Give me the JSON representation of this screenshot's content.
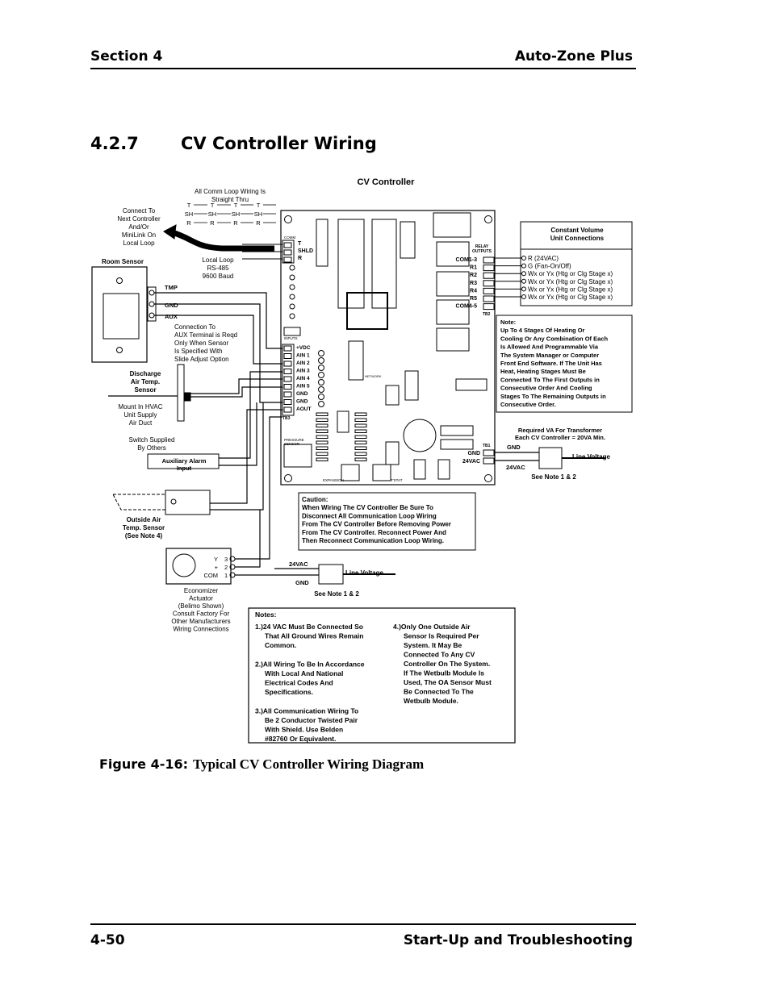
{
  "header": {
    "section": "Section 4",
    "product": "Auto-Zone Plus"
  },
  "title": {
    "number": "4.2.7",
    "text": "CV Controller Wiring"
  },
  "diagram": {
    "controller_title": "CV Controller",
    "comm_note": [
      "All Comm Loop Wiring Is",
      "Straight Thru"
    ],
    "comm_letters": [
      "T",
      "SH",
      "R"
    ],
    "connect_to": [
      "Connect To",
      "Next  Controller",
      "And/Or",
      "MiniLink  On",
      "Local Loop"
    ],
    "local_loop": [
      "Local Loop",
      "RS-485",
      "9600 Baud"
    ],
    "comm_terms": [
      "T",
      "SHLD",
      "R"
    ],
    "room_sensor": "Room Sensor",
    "sensor_terms": [
      "TMP",
      "GND",
      "AUX"
    ],
    "aux_note": [
      "Connection To",
      "AUX Terminal is Reqd",
      "Only When Sensor",
      "Is Specified With",
      "Slide Adjust Option"
    ],
    "discharge": [
      "Discharge",
      "Air Temp.",
      "Sensor"
    ],
    "mount_note": [
      "Mount In HVAC",
      "Unit Supply",
      "Air Duct"
    ],
    "switch_note": [
      "Switch Supplied",
      "By Others"
    ],
    "aux_alarm": [
      "Auxiliary Alarm",
      "Input"
    ],
    "outside_air": [
      "Outside Air",
      "Temp. Sensor",
      "(See Note 4)"
    ],
    "input_terms": [
      "+VDC",
      "AIN 1",
      "AIN 2",
      "AIN 3",
      "AIN 4",
      "AIN 5",
      "GND",
      "GND",
      "AOUT"
    ],
    "tb_labels": {
      "tb1": "TB1",
      "tb2": "TB2",
      "tb3": "TB3"
    },
    "relay_title": [
      "RELAY",
      "OUTPUTS"
    ],
    "relay_terms": [
      "COM1-3",
      "R1",
      "R2",
      "R3",
      "R4",
      "R5",
      "COM4-5"
    ],
    "cv_box_title": [
      "Constant Volume",
      "Unit Connections"
    ],
    "cv_connections": [
      "R (24VAC)",
      "G (Fan-On/Off)",
      "Wx or Yx (Htg or Clg Stage x)",
      "Wx or Yx (Htg or Clg Stage x)",
      "Wx or Yx (Htg or Clg Stage x)",
      "Wx or Yx (Htg or Clg Stage x)"
    ],
    "stage_note": [
      "Note:",
      "Up To 4 Stages Of Heating Or",
      "Cooling Or Any Combination Of Each",
      "Is Allowed And Programmable Via",
      "The System Manager or Computer",
      "Front End Software. If The Unit Has",
      "Heat, Heating Stages Must Be",
      "Connected To The First Outputs in",
      "Consecutive Order And Cooling",
      "Stages To The Remaining Outputs in",
      "Consecutive Order."
    ],
    "va_note": [
      "Required VA For Transformer",
      "Each CV Controller = 20VA Min."
    ],
    "power_terms": [
      "GND",
      "24VAC"
    ],
    "line_voltage": "Line Voltage",
    "see_note": "See Note 1 & 2",
    "board_labels": [
      "PRESSURE",
      "SENSOR",
      "EXPANSION",
      "T'STAT",
      "INPUTS",
      "COMM",
      "NETWORK"
    ],
    "caution": [
      "Caution:",
      "When Wiring The CV Controller Be Sure To",
      "Disconnect All Communication Loop Wiring",
      "From The CV Controller Before Removing Power",
      "From The CV Controller. Reconnect Power And",
      "Then Reconnect Communication Loop Wiring."
    ],
    "actuator_terms": [
      "Y",
      "+",
      "COM",
      "3",
      "2",
      "1"
    ],
    "economizer": [
      "Economizer",
      "Actuator",
      "(Belimo Shown)",
      "Consult Factory For",
      "Other Manufacturers",
      "Wiring Connections"
    ],
    "notes_title": "Notes:",
    "notes_left": [
      [
        "1.)24 VAC Must Be Connected So",
        "That All Ground Wires Remain",
        "Common."
      ],
      [
        "2.)All Wiring To Be In Accordance",
        "With Local And National",
        "Electrical Codes And",
        "Specifications."
      ],
      [
        "3.)All Communication Wiring To",
        "Be 2 Conductor Twisted Pair",
        "With Shield. Use Belden",
        "#82760 Or Equivalent."
      ]
    ],
    "notes_right": [
      "4.)Only One Outside Air",
      "Sensor Is Required Per",
      "System. It May Be",
      "Connected To Any CV",
      "Controller On The System.",
      "If The Wetbulb Module Is",
      "Used, The OA Sensor Must",
      "Be Connected To The",
      "Wetbulb Module."
    ]
  },
  "caption": {
    "label": "Figure 4-16:",
    "text": "Typical CV Controller Wiring Diagram"
  },
  "footer": {
    "page": "4-50",
    "chapter": "Start-Up and Troubleshooting"
  }
}
